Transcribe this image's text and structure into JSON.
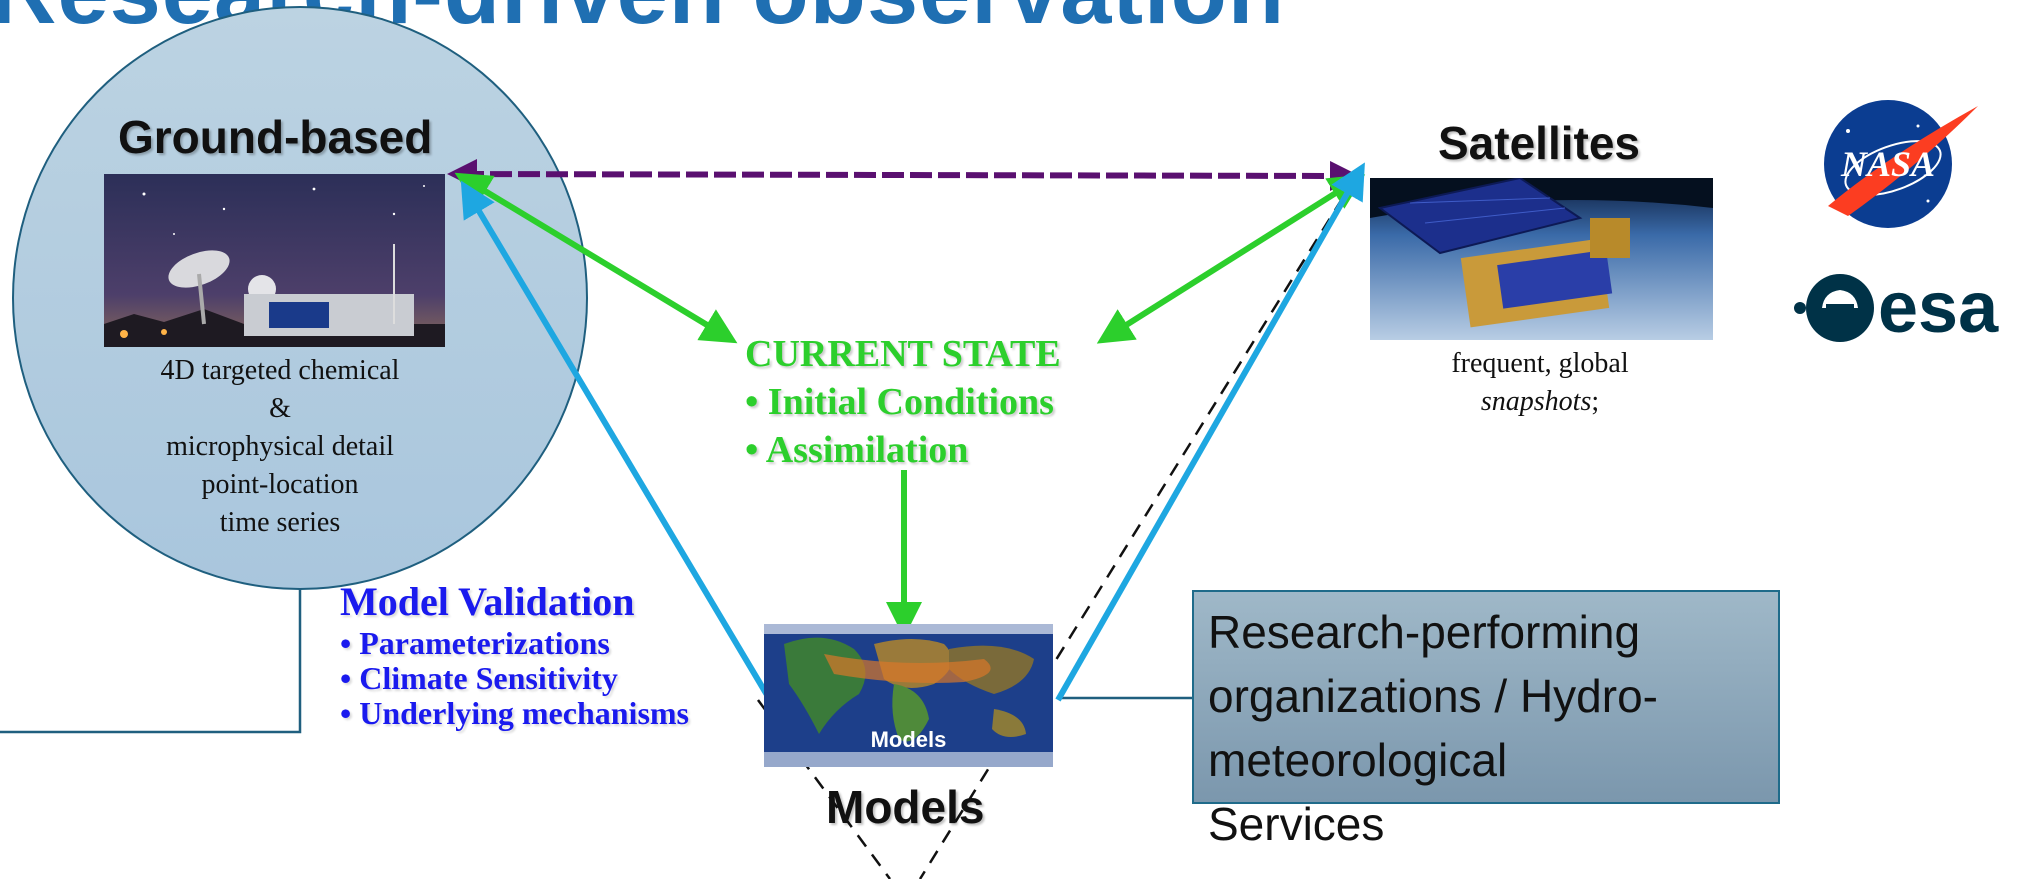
{
  "title": "Research-driven observation",
  "ground": {
    "title": "Ground-based",
    "description": [
      "4D targeted chemical",
      "&",
      "microphysical detail",
      "point-location",
      "time series"
    ]
  },
  "satellites": {
    "title": "Satellites",
    "description_line1": "frequent, global",
    "description_snapshots": "snapshots",
    "description_suffix": ";"
  },
  "current_state": {
    "title": "CURRENT STATE",
    "items": [
      "• Initial Conditions",
      "• Assimilation"
    ]
  },
  "model_validation": {
    "title": "Model Validation",
    "items": [
      "• Parameterizations",
      "• Climate Sensitivity",
      "• Underlying mechanisms"
    ]
  },
  "models": {
    "title": "Models",
    "image_label": "Models"
  },
  "research_box": {
    "lines": [
      "Research-performing",
      "organizations / Hydro-",
      "meteorological",
      "Services"
    ]
  },
  "logos": {
    "nasa_text": "NASA",
    "esa_text": "esa"
  },
  "colors": {
    "title": "#1f6fb2",
    "green_arrows": "#2ccf2c",
    "blue_arrows": "#1ea7e1",
    "purple_arrow": "#5a1070",
    "validation_text": "#1a1aee",
    "research_box": "#8aa6ba"
  },
  "icons": [
    "nasa-logo",
    "esa-logo"
  ]
}
